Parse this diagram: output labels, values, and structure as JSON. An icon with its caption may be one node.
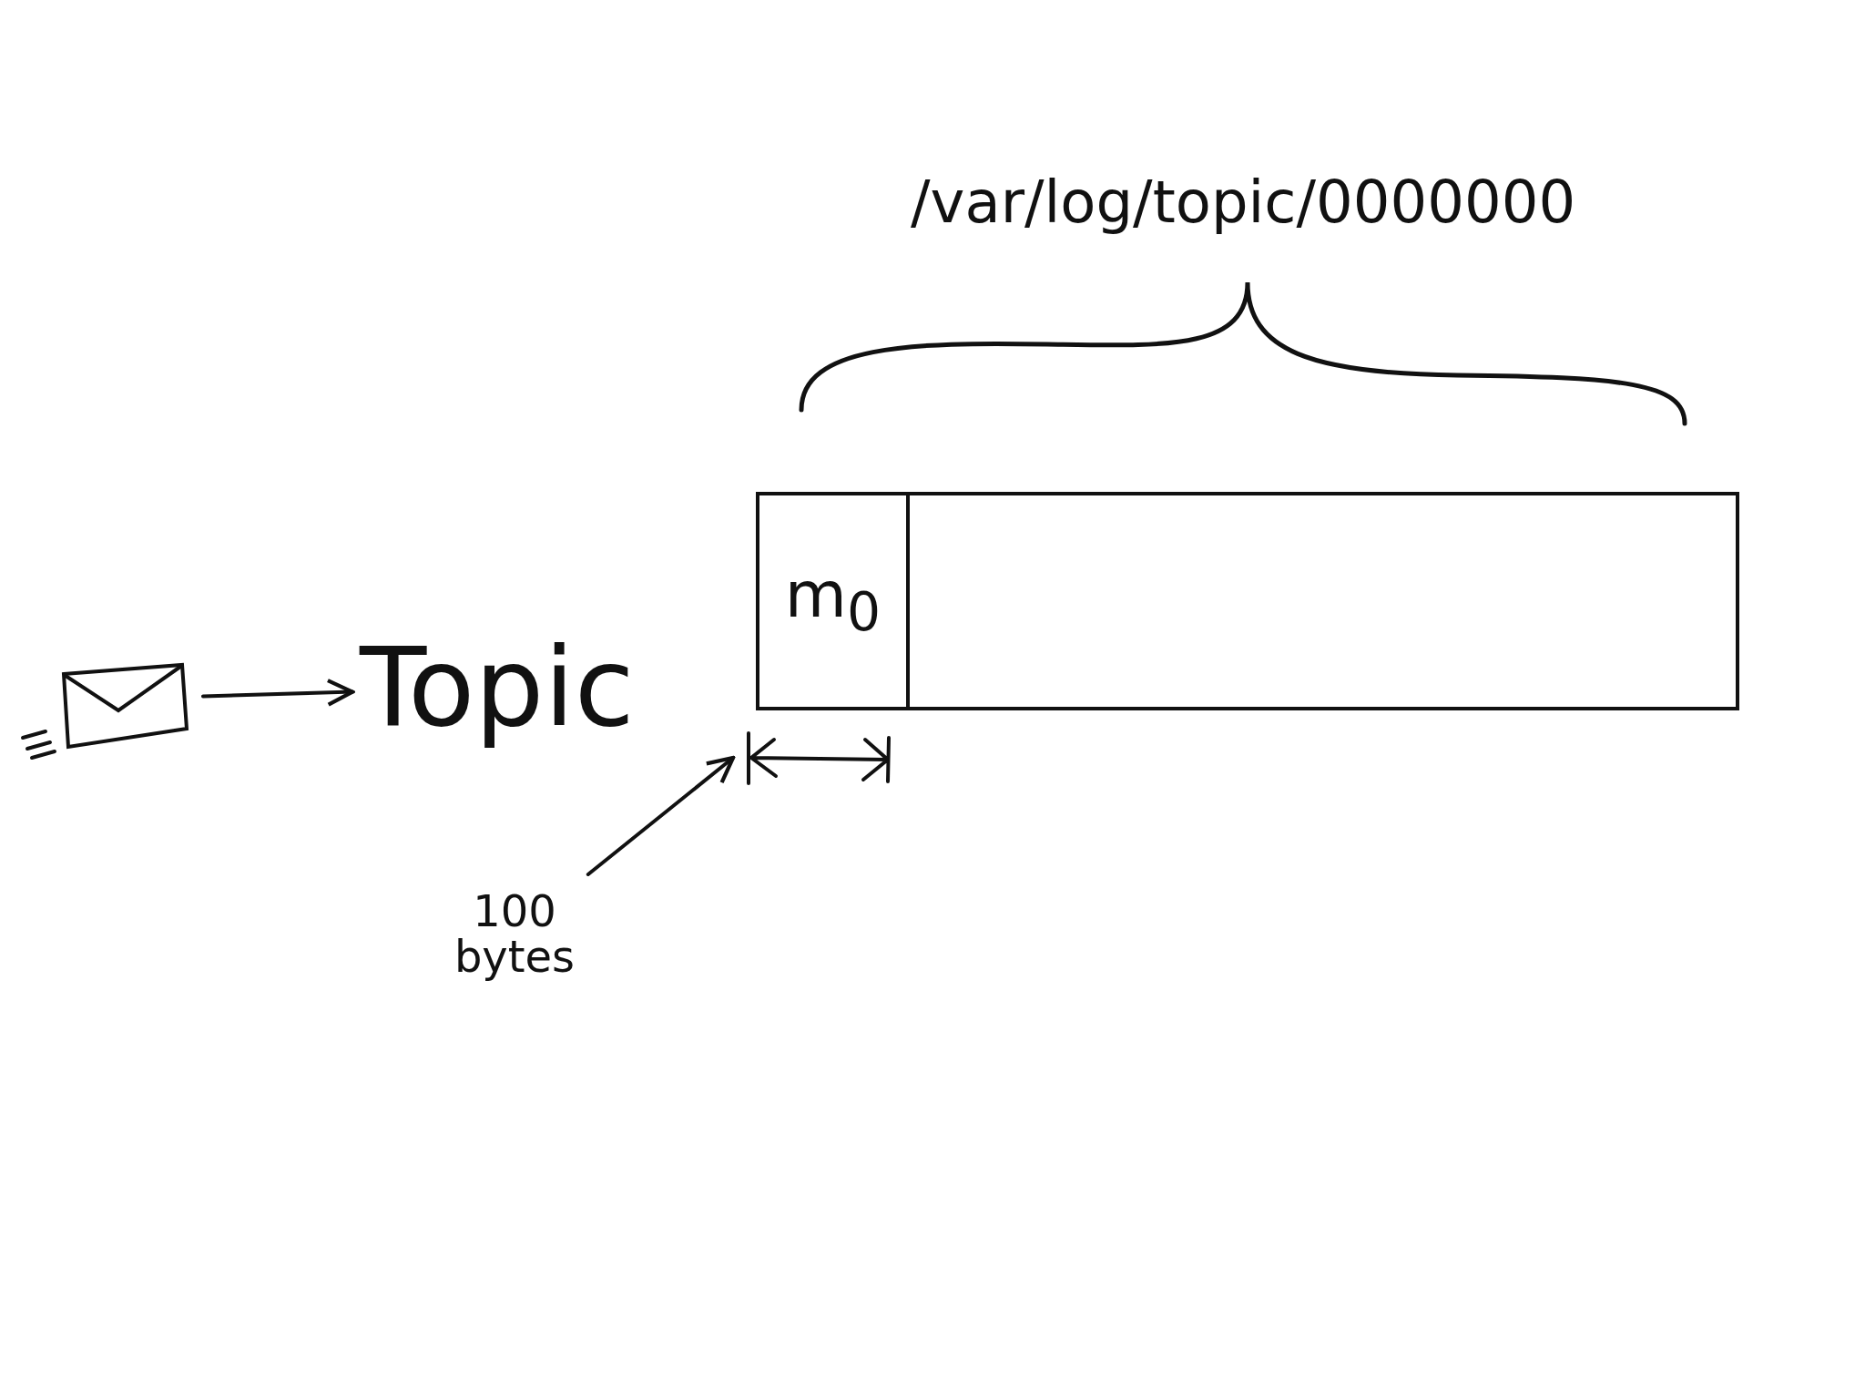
{
  "diagram": {
    "nodes": [
      {
        "text": [],
        "shape": "envelope"
      },
      {
        "text": [
          "Topic"
        ]
      },
      {
        "text": [],
        "shape": "box"
      },
      {
        "text": [
          "m$_{0}$"
        ],
        "in": 2
      },
      {
        "text": [
          "100 bytes"
        ]
      }
    ],
    "edges": [
      {
        "from": 0,
        "to": 1,
        "arrow": "to"
      },
      {
        "from": 4,
        "to": null,
        "arrow": "to"
      }
    ],
    "labels": [
      "/var/log/topic/0000000"
    ]
  }
}
